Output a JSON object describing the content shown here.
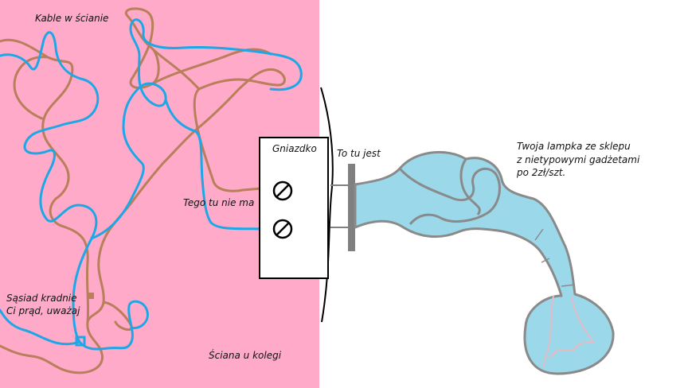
{
  "labels": {
    "cables": "Kable w ścianie",
    "socket": "Gniazdko",
    "here": "To tu jest",
    "not_here": "Tego tu nie ma",
    "lamp_line1": "Twoja lampka ze sklepu",
    "lamp_line2": "z nietypowymi gadżetami",
    "lamp_line3": "po 2zł/szt.",
    "neighbor_line1": "Sąsiad kradnie",
    "neighbor_line2": "Ci prąd, uważaj",
    "wall": "Ściana u kolegi"
  },
  "colors": {
    "wall": "#ffaac9",
    "blue_cable": "#1ea7e6",
    "brown_cable": "#b97f5b",
    "lamp_fill": "#9ad8ea",
    "lamp_outline": "#8a8a8a",
    "plug": "#808080"
  }
}
